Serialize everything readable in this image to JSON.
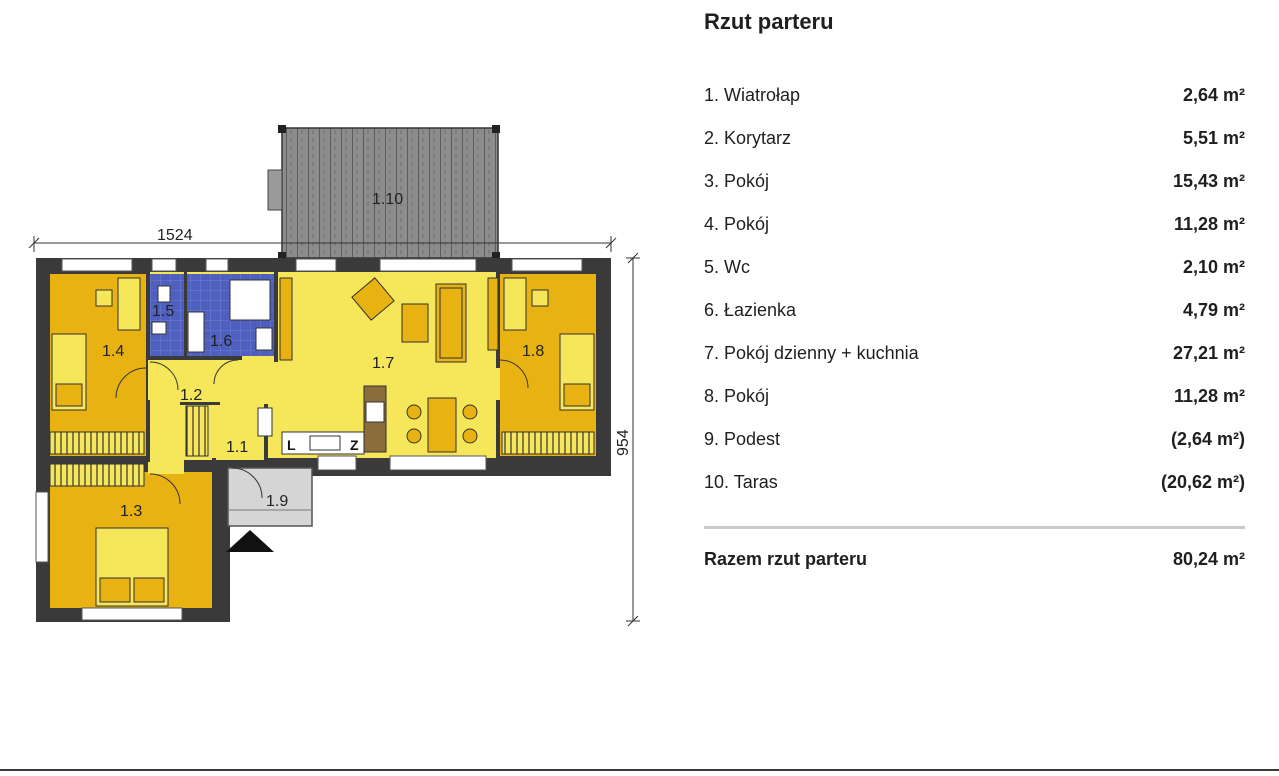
{
  "plan": {
    "dimension_width": "1524",
    "dimension_depth": "954",
    "room_labels": {
      "r1_1": "1.1",
      "r1_2": "1.2",
      "r1_3": "1.3",
      "r1_4": "1.4",
      "r1_5": "1.5",
      "r1_6": "1.6",
      "r1_7": "1.7",
      "r1_8": "1.8",
      "r1_9": "1.9",
      "r1_10": "1.10"
    },
    "kitchen_marks": {
      "l": "L",
      "z": "Z"
    },
    "colors": {
      "room": "#F5E65A",
      "bedroom": "#E8B213",
      "bath": "#4E5FBF",
      "wall": "#3a3a3a",
      "terrace": "#8c8c8c"
    }
  },
  "panel": {
    "title": "Rzut parteru",
    "rooms": [
      {
        "label": "1. Wiatrołap",
        "value": "2,64 m²"
      },
      {
        "label": "2. Korytarz",
        "value": "5,51 m²"
      },
      {
        "label": "3. Pokój",
        "value": "15,43 m²"
      },
      {
        "label": "4. Pokój",
        "value": "11,28 m²"
      },
      {
        "label": "5. Wc",
        "value": "2,10 m²"
      },
      {
        "label": "6. Łazienka",
        "value": "4,79 m²"
      },
      {
        "label": "7. Pokój dzienny + kuchnia",
        "value": "27,21 m²"
      },
      {
        "label": "8. Pokój",
        "value": "11,28 m²"
      },
      {
        "label": "9. Podest",
        "value": "(2,64 m²)"
      },
      {
        "label": "10. Taras",
        "value": "(20,62 m²)"
      }
    ],
    "total_label": "Razem rzut parteru",
    "total_value": "80,24 m²"
  }
}
